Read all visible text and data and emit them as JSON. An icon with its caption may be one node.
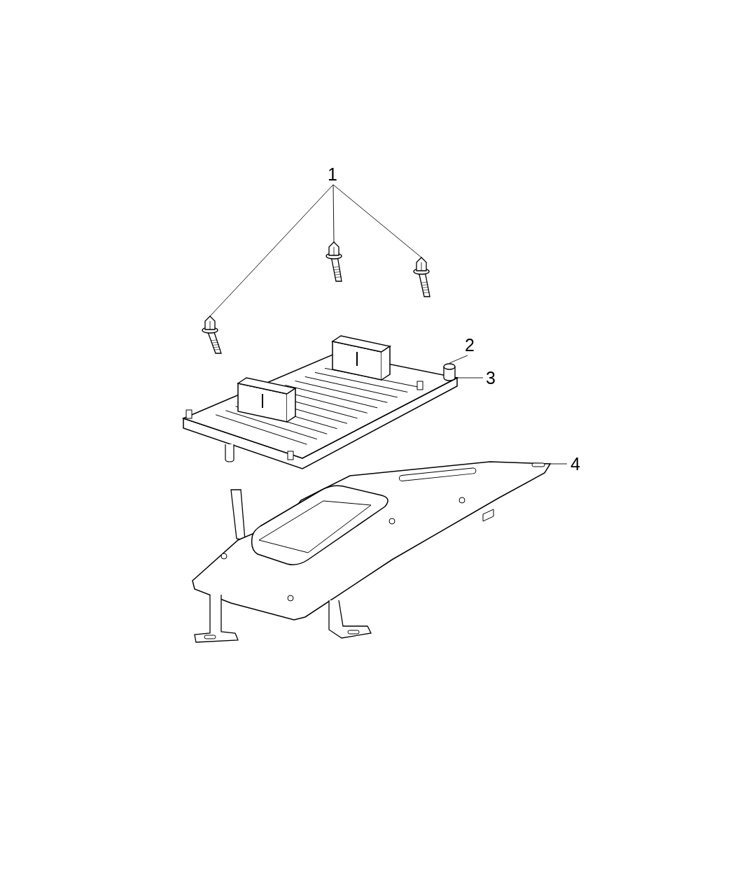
{
  "diagram": {
    "nodes": [
      {
        "text": [
          "1"
        ]
      },
      {
        "text": [],
        "shape": "picture"
      },
      {
        "text": [],
        "shape": "picture"
      },
      {
        "text": [],
        "shape": "picture"
      },
      {
        "text": [
          "2"
        ]
      },
      {
        "text": [],
        "shape": "picture"
      },
      {
        "text": [
          "3"
        ]
      },
      {
        "text": [],
        "shape": "picture"
      },
      {
        "text": [
          "4"
        ]
      },
      {
        "text": [],
        "shape": "picture"
      }
    ],
    "edges": [
      {
        "from": 0,
        "to": 1,
        "arrow": "none"
      },
      {
        "from": 0,
        "to": 2,
        "arrow": "none"
      },
      {
        "from": 0,
        "to": 3,
        "arrow": "none"
      },
      {
        "from": 4,
        "to": 5,
        "arrow": "none"
      },
      {
        "from": 6,
        "to": 7,
        "arrow": "none"
      },
      {
        "from": 8,
        "to": 9,
        "arrow": "none"
      }
    ]
  }
}
